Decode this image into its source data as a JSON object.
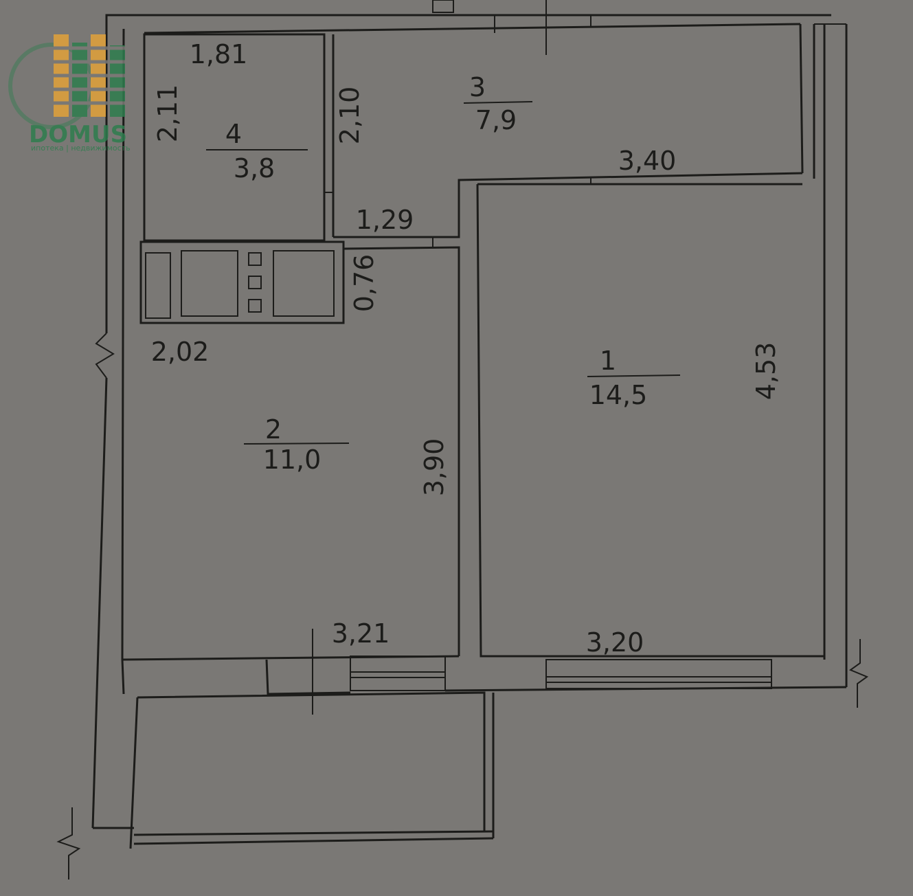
{
  "logo": {
    "brand": "DOMUS",
    "tagline": "ипотека | недвижимость",
    "colors": {
      "green": "#2e7d4e",
      "orange": "#e2a23a"
    }
  },
  "rooms": [
    {
      "number": "1",
      "area": "14,5"
    },
    {
      "number": "2",
      "area": "11,0"
    },
    {
      "number": "3",
      "area": "7,9"
    },
    {
      "number": "4",
      "area": "3,8"
    }
  ],
  "dimensions": {
    "bath_width": "1,81",
    "bath_height": "2,11",
    "hall_left_height": "2,10",
    "hall_width": "3,40",
    "hall_lower_width": "1,29",
    "kitchen_niche": "0,76",
    "kitchen_top_width": "2,02",
    "kitchen_height": "3,90",
    "kitchen_width": "3,21",
    "room_height": "4,53",
    "room_width": "3,20"
  },
  "colors": {
    "paper": "#7a7875",
    "ink": "#1c1c1a"
  }
}
